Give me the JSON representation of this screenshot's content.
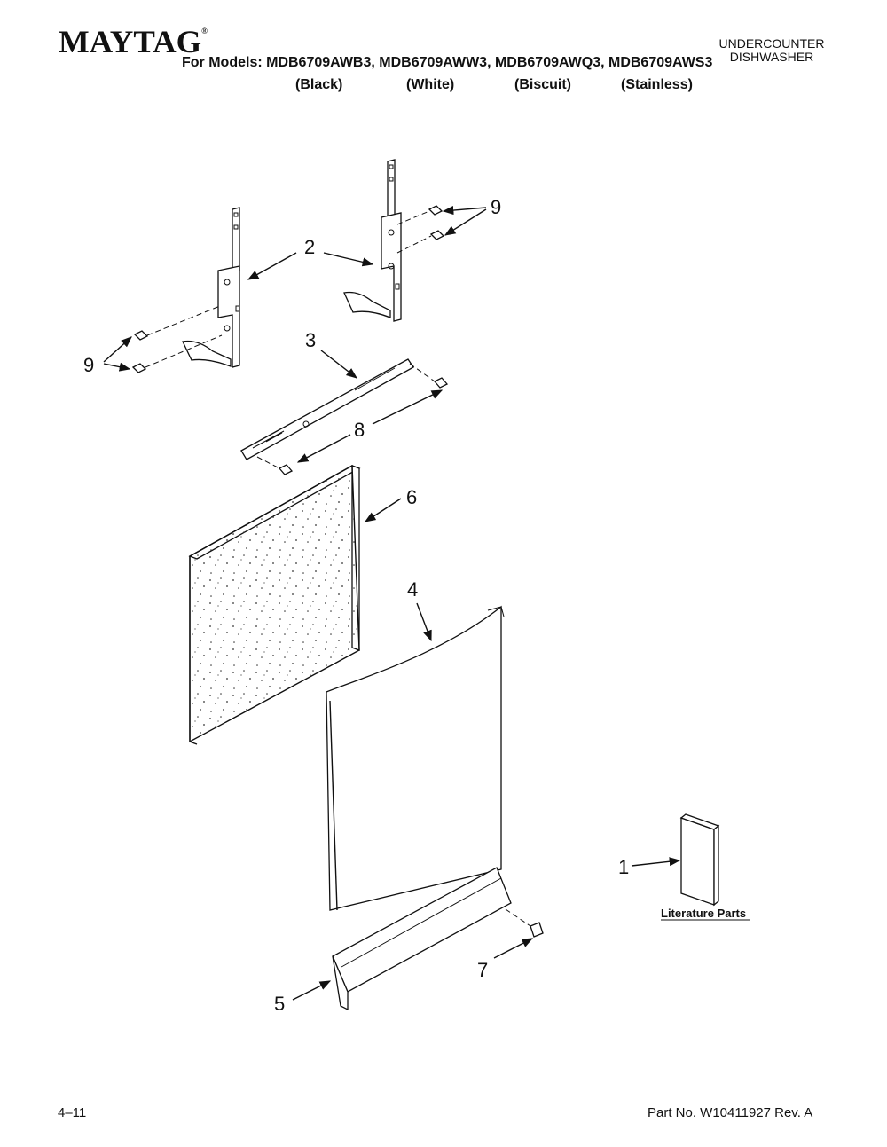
{
  "header": {
    "brand": "MAYTAG",
    "brand_mark": "®",
    "models_line": "For Models: MDB6709AWB3, MDB6709AWW3, MDB6709AWQ3, MDB6709AWS3",
    "variants": [
      "(Black)",
      "(White)",
      "(Biscuit)",
      "(Stainless)"
    ],
    "category_line1": "UNDERCOUNTER",
    "category_line2": "DISHWASHER"
  },
  "diagram": {
    "callouts": {
      "hinge": "2",
      "screws_right": "9",
      "screws_left": "9",
      "bracket": "3",
      "bracket_screws": "8",
      "panel": "6",
      "door": "4",
      "literature": "1",
      "kick": "5",
      "clip": "7"
    },
    "literature_label": "Literature Parts"
  },
  "footer": {
    "page": "4–11",
    "part_no": "Part No. W10411927 Rev. A"
  }
}
